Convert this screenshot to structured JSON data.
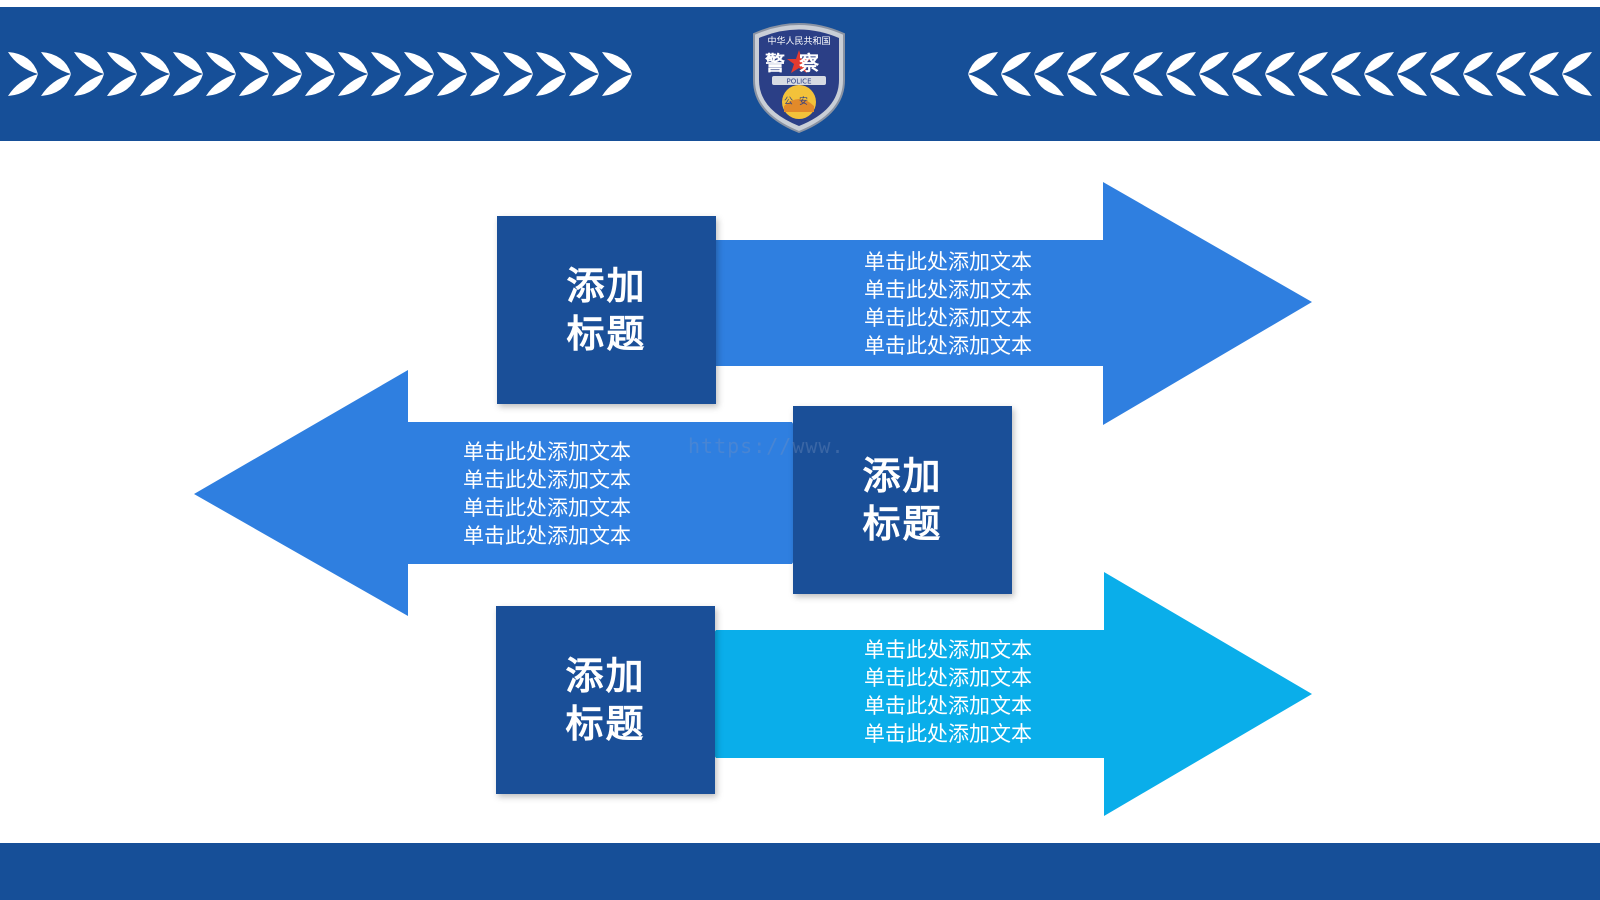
{
  "header": {
    "badge": {
      "top_text": "中华人民共和国",
      "main_text": "警察",
      "ribbon_text": "POLICE",
      "bottom_text": "公安"
    }
  },
  "watermark": "https://www.",
  "items": [
    {
      "title_line1": "添加",
      "title_line2": "标题",
      "lines": [
        "单击此处添加文本",
        "单击此处添加文本",
        "单击此处添加文本",
        "单击此处添加文本"
      ],
      "arrow_color": "#2f7fe0",
      "direction": "right"
    },
    {
      "title_line1": "添加",
      "title_line2": "标题",
      "lines": [
        "单击此处添加文本",
        "单击此处添加文本",
        "单击此处添加文本",
        "单击此处添加文本"
      ],
      "arrow_color": "#2f7fe0",
      "direction": "left"
    },
    {
      "title_line1": "添加",
      "title_line2": "标题",
      "lines": [
        "单击此处添加文本",
        "单击此处添加文本",
        "单击此处添加文本",
        "单击此处添加文本"
      ],
      "arrow_color": "#0aaeea",
      "direction": "right"
    }
  ],
  "colors": {
    "band": "#164f98",
    "title_box": "#1a4f98",
    "arrow_blue": "#2f7fe0",
    "arrow_cyan": "#0aaeea"
  }
}
